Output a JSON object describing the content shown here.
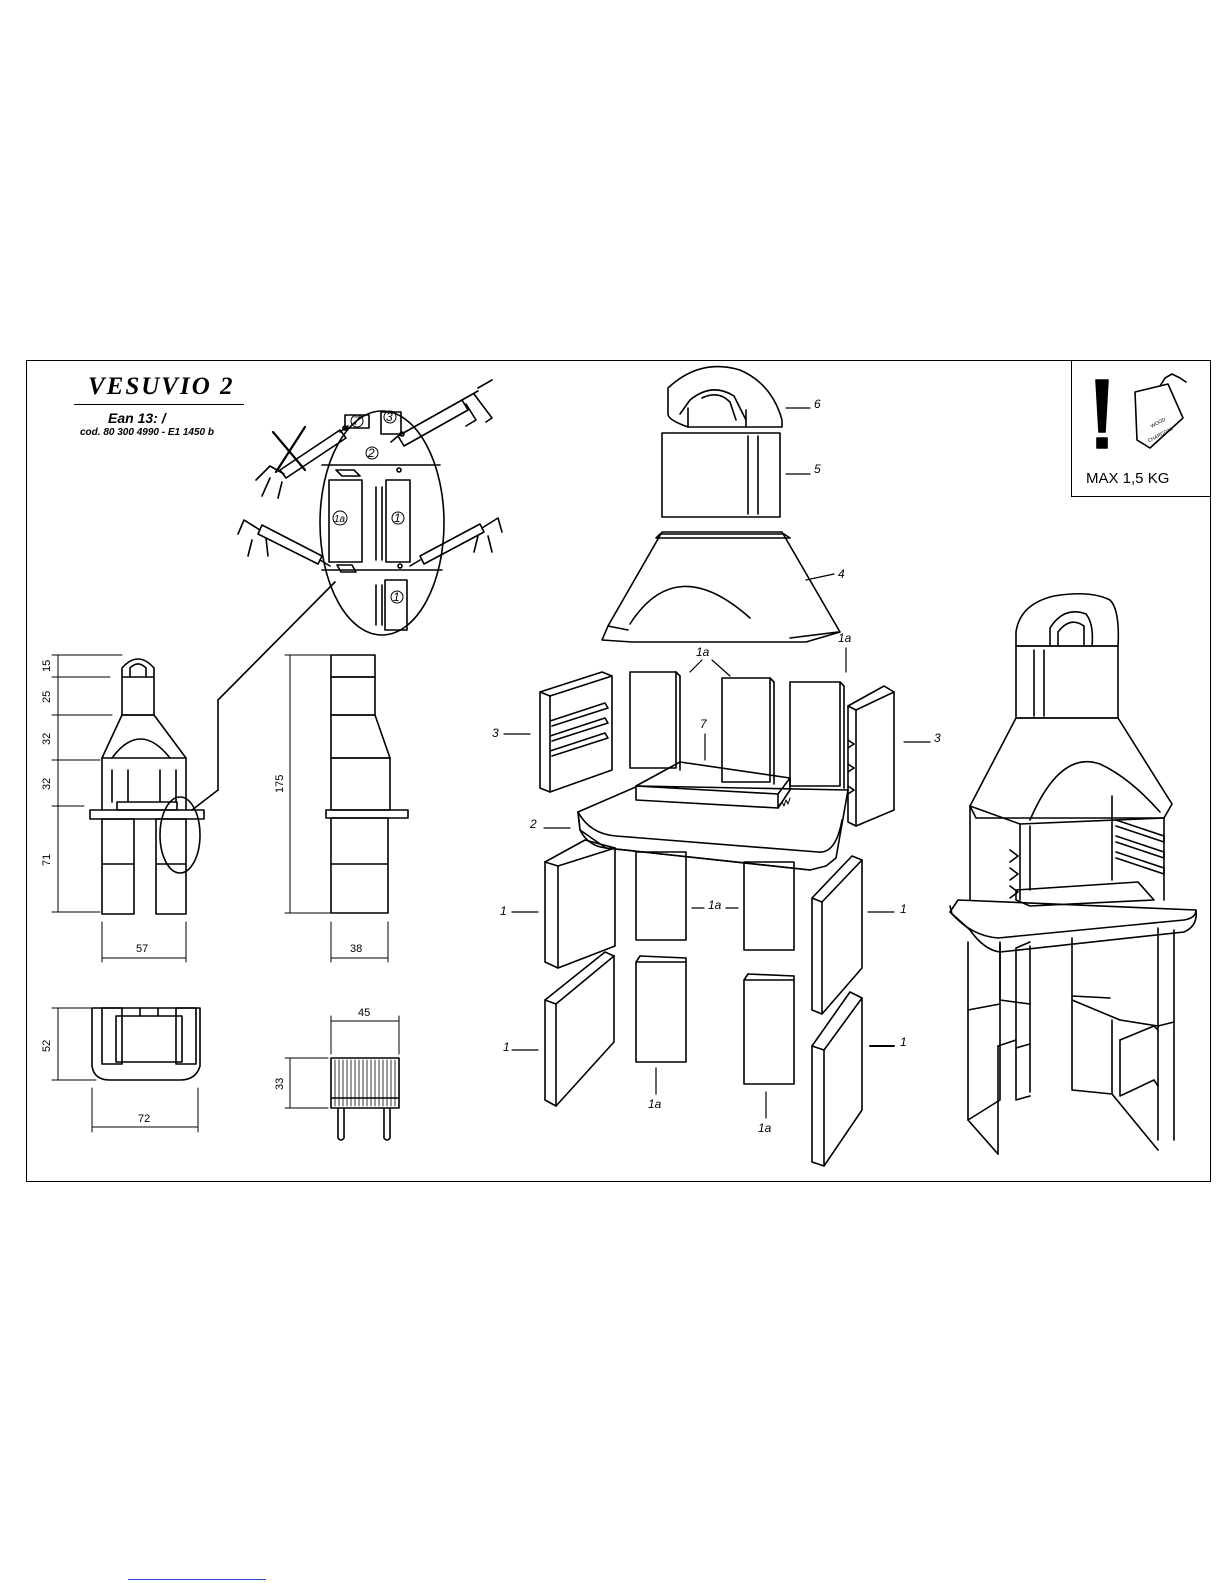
{
  "header": {
    "title": "VESUVIO 2",
    "ean": "Ean 13: /",
    "code": "cod. 80 300 4990 - E1 1450 b"
  },
  "warning": {
    "symbol": "!",
    "bag_text_1": "WOOD",
    "bag_text_2": "CHARCOAL",
    "max_load": "MAX 1,5 KG"
  },
  "detail_labels": {
    "p7": "7",
    "p3": "3",
    "p2": "2",
    "p1a": "1a",
    "p1_upper": "1",
    "p1_lower": "1"
  },
  "dimensions": {
    "d15": "15",
    "d25": "25",
    "d32a": "32",
    "d32b": "32",
    "d71": "71",
    "d57": "57",
    "d175": "175",
    "d38": "38",
    "d52": "52",
    "d72": "72",
    "d45": "45",
    "d33": "33"
  },
  "parts": {
    "p6": "6",
    "p5": "5",
    "p4": "4",
    "p1a_top_right": "1a",
    "p1a_top_center": "1a",
    "p3_left": "3",
    "p3_right": "3",
    "p7": "7",
    "p2": "2",
    "p1_left_upper": "1",
    "p1a_middle": "1a",
    "p1_right_upper": "1",
    "p1_left_lower": "1",
    "p1_right_lower": "1",
    "p1a_bottom_left": "1a",
    "p1a_bottom_right": "1a"
  },
  "colors": {
    "line": "#000000",
    "background": "#ffffff",
    "link_underline": "#2a4fd6"
  }
}
